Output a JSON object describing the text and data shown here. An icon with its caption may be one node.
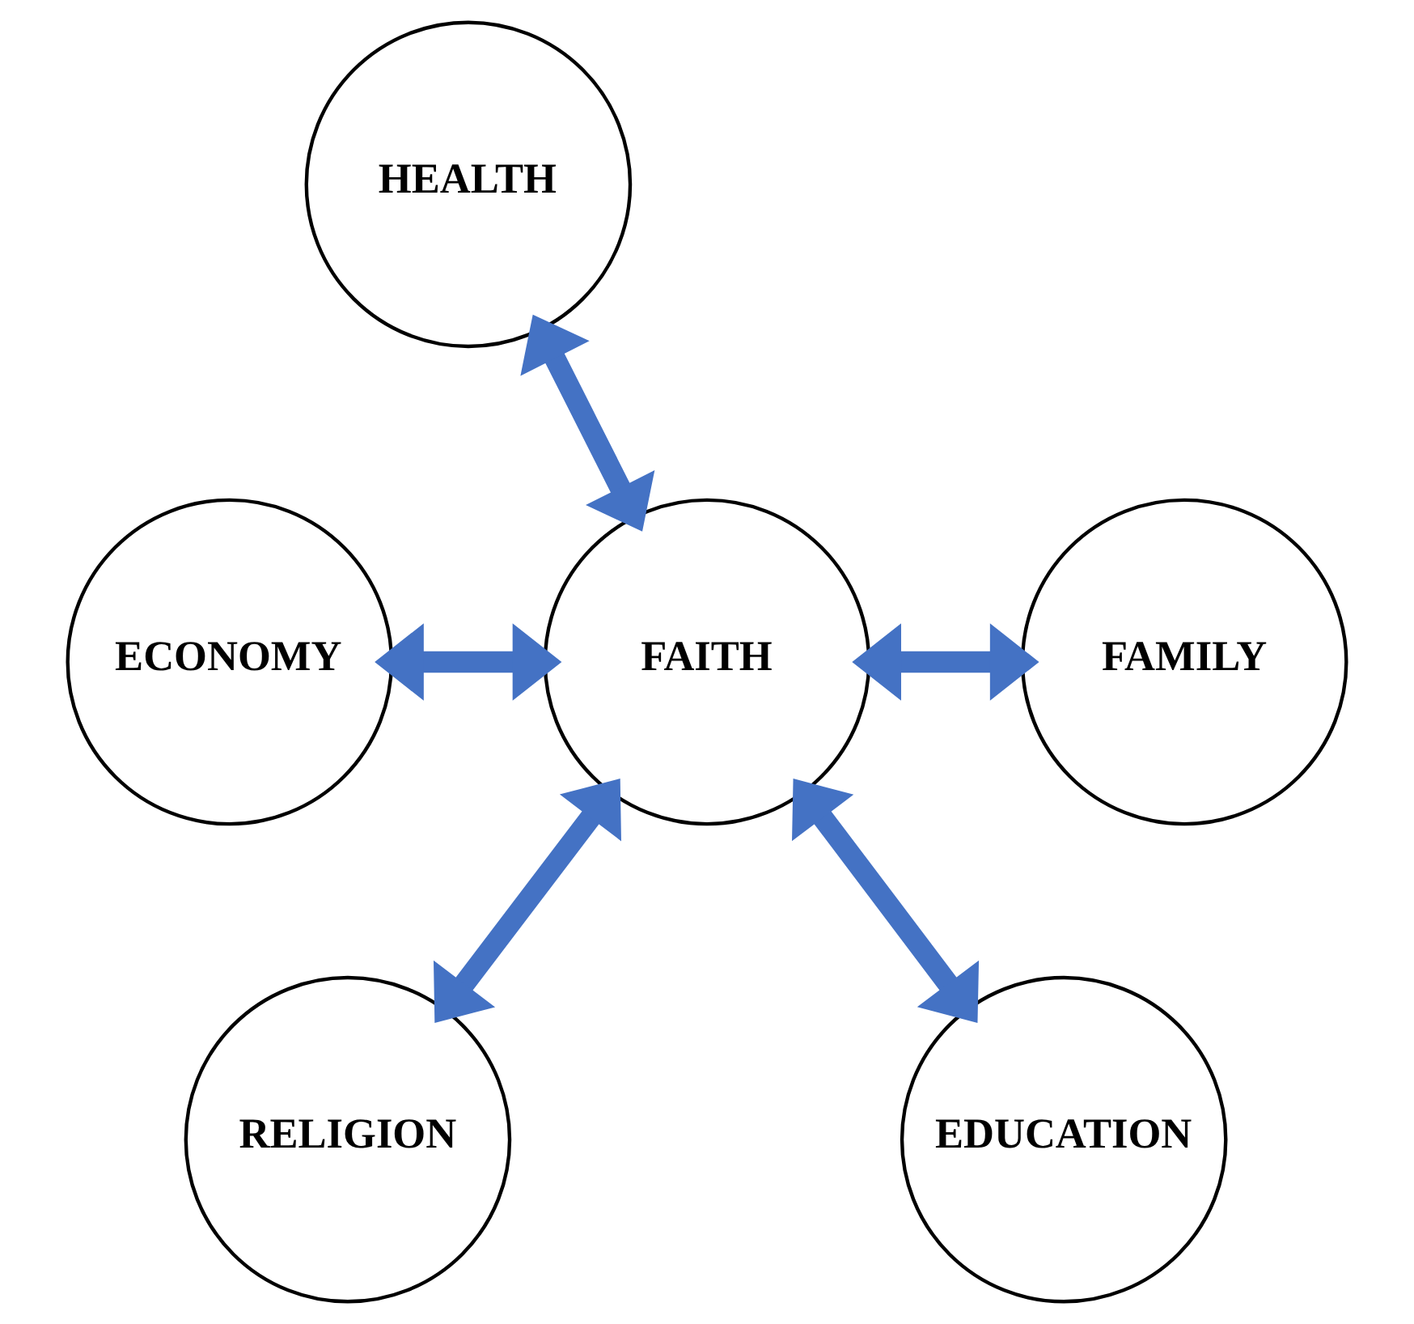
{
  "diagram": {
    "nodes": [
      {
        "text": [
          "HEALTH"
        ]
      },
      {
        "text": [
          "ECONOMY"
        ]
      },
      {
        "text": [
          "FAITH"
        ]
      },
      {
        "text": [
          "FAMILY"
        ]
      },
      {
        "text": [
          "RELIGION"
        ]
      },
      {
        "text": [
          "EDUCATION"
        ]
      }
    ],
    "edges": [
      {
        "from": 2,
        "to": 0,
        "arrow": "both"
      },
      {
        "from": 2,
        "to": 1,
        "arrow": "both"
      },
      {
        "from": 2,
        "to": 3,
        "arrow": "both"
      },
      {
        "from": 2,
        "to": 4,
        "arrow": "both"
      },
      {
        "from": 2,
        "to": 5,
        "arrow": "both"
      }
    ]
  }
}
